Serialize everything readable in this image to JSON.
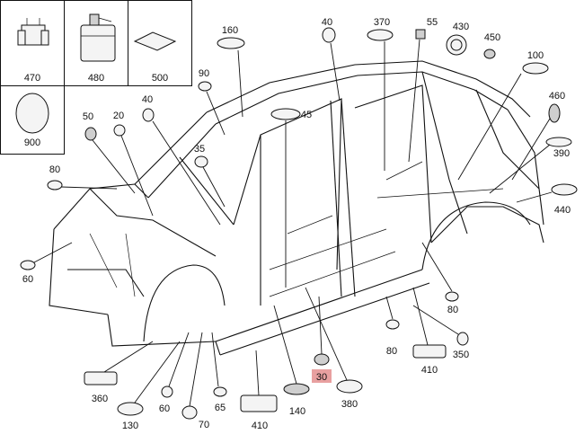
{
  "legend": {
    "cells": [
      "470",
      "480",
      "500",
      "900"
    ]
  },
  "callouts": {
    "c160": "160",
    "c40a": "40",
    "c370": "370",
    "c55": "55",
    "c430": "430",
    "c450": "450",
    "c100": "100",
    "c90": "90",
    "c40b": "40",
    "c45": "45",
    "c460": "460",
    "c50": "50",
    "c20": "20",
    "c35": "35",
    "c390": "390",
    "c80a": "80",
    "c440": "440",
    "c60a": "60",
    "c80b": "80",
    "c80c": "80",
    "c350": "350",
    "c410a": "410",
    "c360": "360",
    "c30": "30",
    "c380": "380",
    "c60b": "60",
    "c65": "65",
    "c140": "140",
    "c130": "130",
    "c70": "70",
    "c410b": "410"
  },
  "highlight": {
    "label": "30",
    "color": "#e8a0a0"
  }
}
